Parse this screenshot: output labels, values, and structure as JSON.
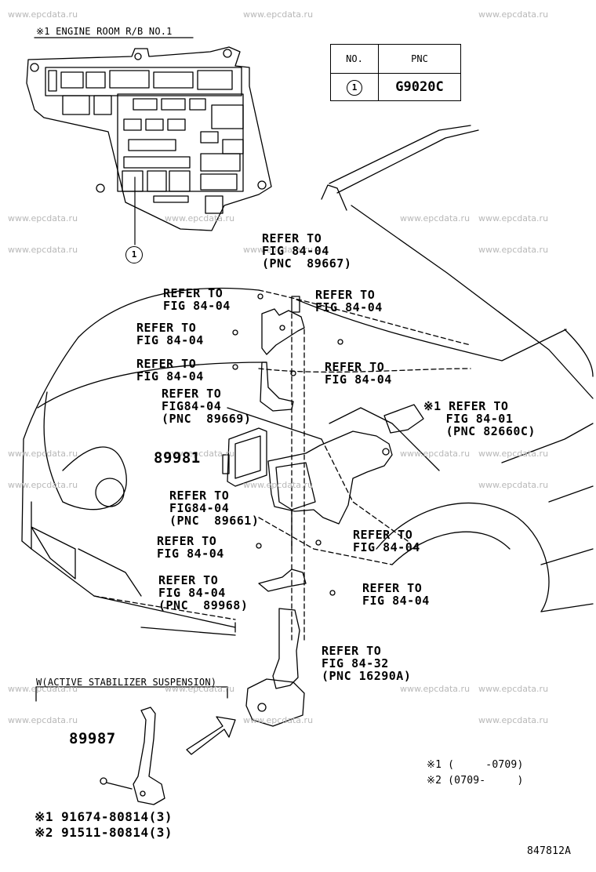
{
  "watermarks": [
    "www.epcdata.ru",
    "www.epcdata.ru",
    "www.epcdata.ru",
    "www.epcdata.ru",
    "www.epcdata.ru",
    "www.epcdata.ru",
    "www.epcdata.ru",
    "www.epcdata.ru",
    "www.epcdata.ru",
    "www.epcdata.ru",
    "www.epcdata.ru",
    "www.epcdata.ru",
    "www.epcdata.ru",
    "www.epcdata.ru",
    "www.epcdata.ru",
    "www.epcdata.ru",
    "www.epcdata.ru",
    "www.epcdata.ru",
    "www.epcdata.ru",
    "www.epcdata.ru",
    "www.epcdata.ru",
    "www.epcdata.ru",
    "www.epcdata.ru",
    "www.epcdata.ru"
  ],
  "inset_title": "※1 ENGINE ROOM R/B NO.1",
  "table": {
    "col_no": "NO.",
    "col_pnc": "PNC",
    "row_no": "1",
    "row_pnc": "G9020C"
  },
  "callout_1": "1",
  "refs": {
    "r1": "REFER TO\nFIG 84-04\n(PNC  89667)",
    "r2": "REFER TO\nFIG 84-04",
    "r3": "REFER TO\nFIG 84-04",
    "r4": "REFER TO\nFIG 84-04",
    "r5": "REFER TO\nFIG 84-04",
    "r6": "REFER TO\nFIG 84-04",
    "r7": "REFER TO\nFIG84-04\n(PNC  89669)",
    "r8": "※1 REFER TO\n   FIG 84-01\n   (PNC 82660C)",
    "r9": "REFER TO\nFIG84-04\n(PNC  89661)",
    "r10": "REFER TO\nFIG 84-04",
    "r11": "REFER TO\nFIG 84-04",
    "r12": "REFER TO\nFIG 84-04\n(PNC  89968)",
    "r13": "REFER TO\nFIG 84-04",
    "r14": "REFER TO\nFIG 84-32\n(PNC 16290A)"
  },
  "part_89981": "89981",
  "part_89987": "89987",
  "inset2_title": "W(ACTIVE STABILIZER SUSPENSION)",
  "note1": "※1 (     -0709)",
  "note2": "※2 (0709-     )",
  "bolt1": "※1 91674-80814(3)",
  "bolt2": "※2 91511-80814(3)",
  "figure_id": "847812A"
}
